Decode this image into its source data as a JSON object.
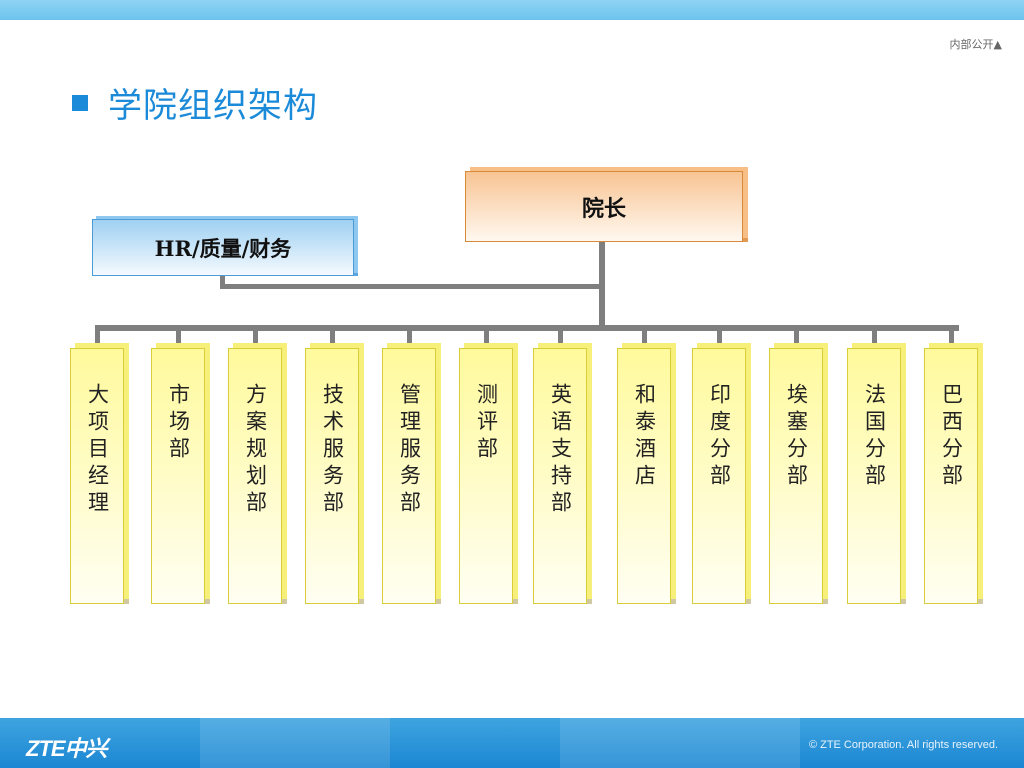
{
  "header": {
    "classification": "内部公开▲"
  },
  "slide": {
    "title": "学院组织架构"
  },
  "org_chart": {
    "head": "院长",
    "staff_unit": "HR/质量/财务",
    "departments": [
      "大项目经理",
      "市场部",
      "方案规划部",
      "技术服务部",
      "管理服务部",
      "测评部",
      "英语支持部",
      "和泰酒店",
      "印度分部",
      "埃塞分部",
      "法国分部",
      "巴西分部"
    ]
  },
  "footer": {
    "logo": "ZTE中兴",
    "copyright": "© ZTE Corporation. All rights reserved."
  },
  "colors": {
    "accent": "#1b8ad8",
    "head_box": "#f8c493",
    "staff_box": "#9fd0f2",
    "dept_box": "#fffa9c",
    "connector": "#7f7f7f"
  }
}
